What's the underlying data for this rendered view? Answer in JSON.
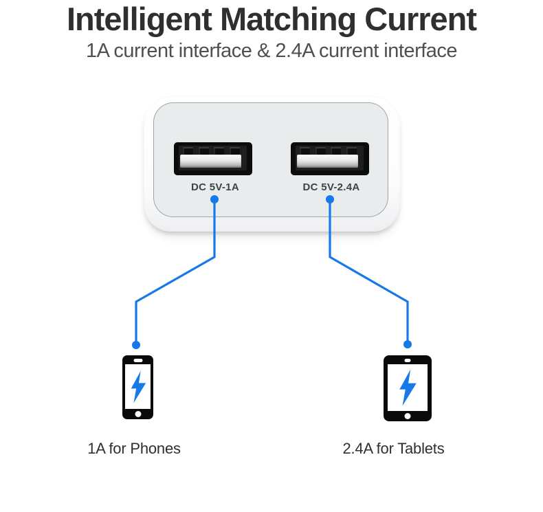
{
  "header": {
    "title": "Intelligent Matching Current",
    "subtitle": "1A current interface & 2.4A current interface"
  },
  "charger": {
    "ports": [
      {
        "label": "DC 5V-1A",
        "icon": "usb-a-port-icon"
      },
      {
        "label": "DC 5V-2.4A",
        "icon": "usb-a-port-icon"
      }
    ]
  },
  "devices": [
    {
      "type": "phone",
      "caption": "1A for Phones",
      "icon": "phone-lightning-icon"
    },
    {
      "type": "tablet",
      "caption": "2.4A for Tablets",
      "icon": "tablet-lightning-icon"
    }
  ],
  "colors": {
    "accent": "#1778E9",
    "title_text": "#2F2F2F",
    "subtitle_text": "#4F4F4F",
    "port_label_text": "#3D4247",
    "caption_text": "#2F2F2F",
    "charger_face": "#E9ECED",
    "device_body": "#0A0A0A"
  }
}
